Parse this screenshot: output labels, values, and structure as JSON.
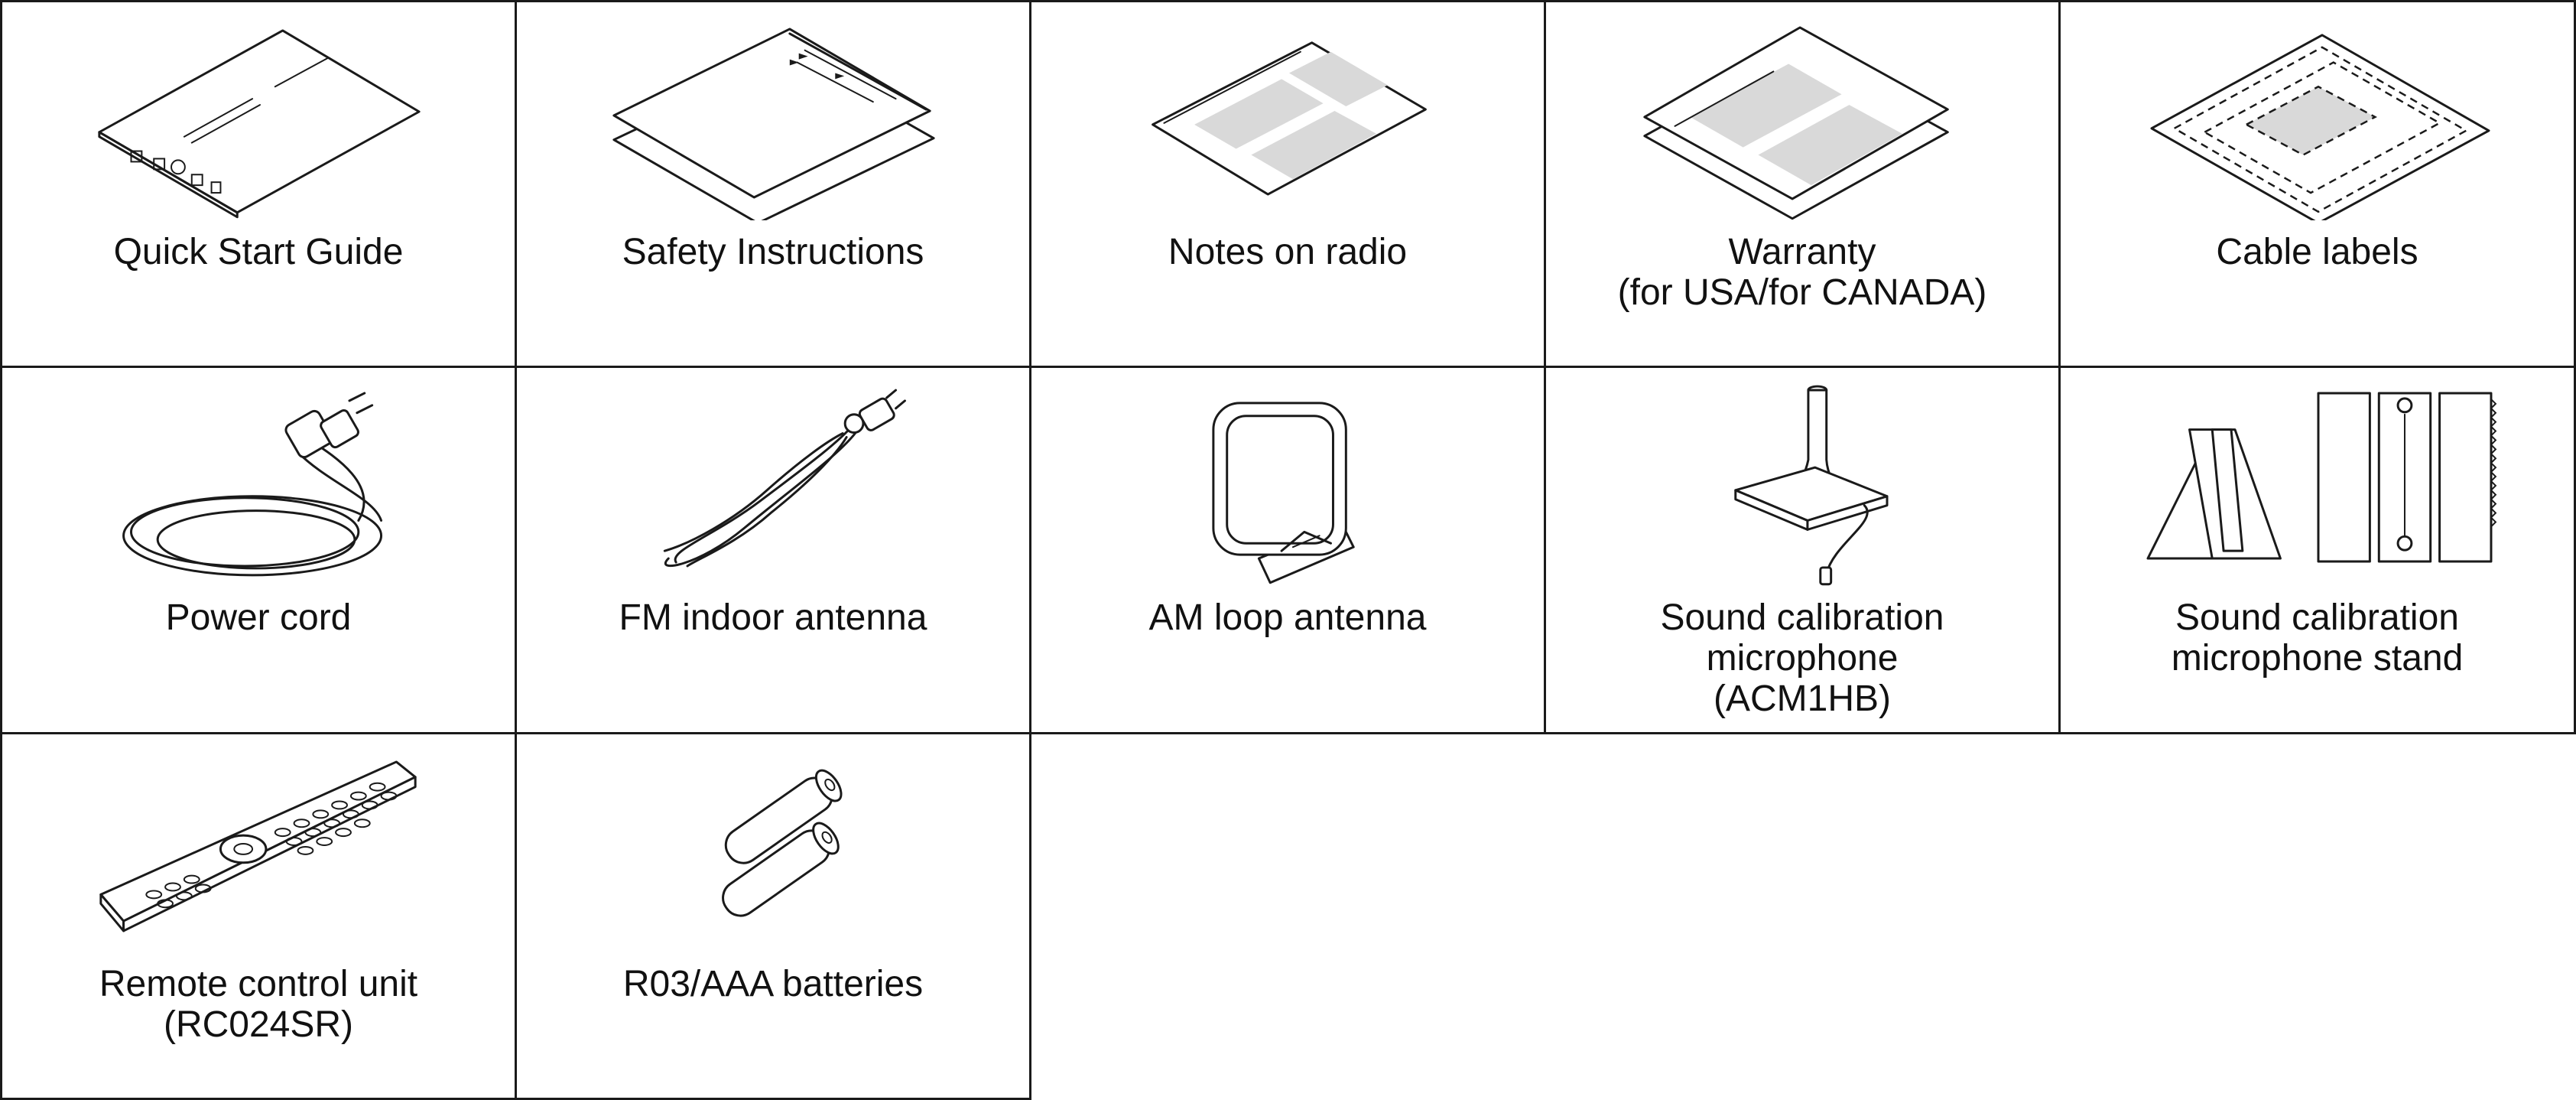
{
  "accessories": [
    {
      "label": "Quick Start Guide",
      "icon": "quick-start-guide-icon"
    },
    {
      "label": "Safety Instructions",
      "icon": "safety-instructions-icon"
    },
    {
      "label": "Notes on radio",
      "icon": "notes-on-radio-icon"
    },
    {
      "label": "Warranty\n(for USA/for CANADA)",
      "icon": "warranty-icon"
    },
    {
      "label": "Cable labels",
      "icon": "cable-labels-icon"
    },
    {
      "label": "Power cord",
      "icon": "power-cord-icon"
    },
    {
      "label": "FM indoor antenna",
      "icon": "fm-indoor-antenna-icon"
    },
    {
      "label": "AM loop antenna",
      "icon": "am-loop-antenna-icon"
    },
    {
      "label": "Sound calibration\nmicrophone\n(ACM1HB)",
      "icon": "sound-calibration-microphone-icon"
    },
    {
      "label": "Sound calibration\nmicrophone stand",
      "icon": "microphone-stand-icon"
    },
    {
      "label": "Remote control unit\n(RC024SR)",
      "icon": "remote-control-icon"
    },
    {
      "label": "R03/AAA batteries",
      "icon": "batteries-icon"
    }
  ]
}
